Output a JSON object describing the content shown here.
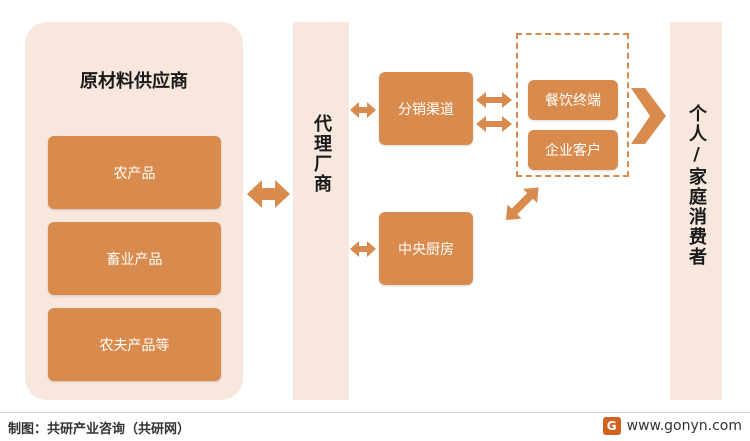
{
  "supplier": {
    "title": "原材料供应商",
    "items": [
      "农产品",
      "畜业产品",
      "农夫产品等"
    ]
  },
  "agent": {
    "label": "代理厂商"
  },
  "channels": {
    "distribution": "分销渠道",
    "central_kitchen": "中央厨房"
  },
  "terminals": {
    "catering": "餐饮终端",
    "enterprise": "企业客户"
  },
  "consumer": {
    "label": "个人/家庭消费者"
  },
  "footer": {
    "source": "制图：共研产业咨询（共研网）",
    "logo_text": "G",
    "website": "www.gonyn.com"
  },
  "colors": {
    "box": "#d98b4e",
    "panel": "#f7e7dc",
    "arrow": "#d98b4e"
  }
}
